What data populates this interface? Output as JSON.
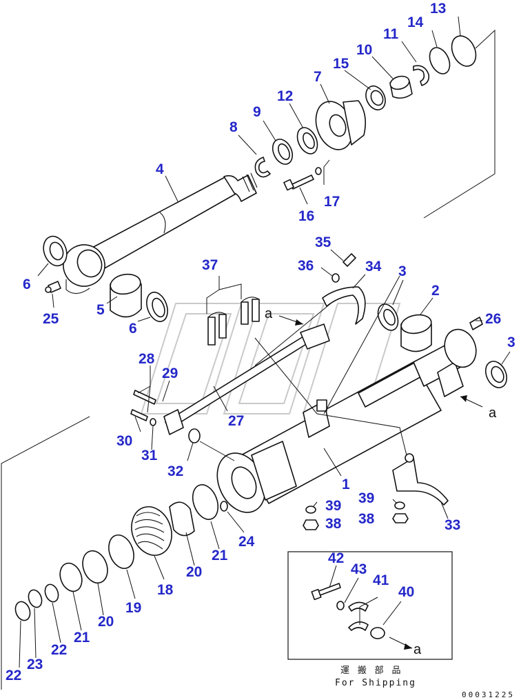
{
  "callouts": [
    {
      "id": "c13",
      "text": "13"
    },
    {
      "id": "c14",
      "text": "14"
    },
    {
      "id": "c11",
      "text": "11"
    },
    {
      "id": "c10",
      "text": "10"
    },
    {
      "id": "c15",
      "text": "15"
    },
    {
      "id": "c7",
      "text": "7"
    },
    {
      "id": "c12",
      "text": "12"
    },
    {
      "id": "c9",
      "text": "9"
    },
    {
      "id": "c8",
      "text": "8"
    },
    {
      "id": "c4",
      "text": "4"
    },
    {
      "id": "c17",
      "text": "17"
    },
    {
      "id": "c16",
      "text": "16"
    },
    {
      "id": "c6a",
      "text": "6"
    },
    {
      "id": "c25",
      "text": "25"
    },
    {
      "id": "c5",
      "text": "5"
    },
    {
      "id": "c6b",
      "text": "6"
    },
    {
      "id": "c35",
      "text": "35"
    },
    {
      "id": "c36",
      "text": "36"
    },
    {
      "id": "c34",
      "text": "34"
    },
    {
      "id": "c37",
      "text": "37"
    },
    {
      "id": "c3a",
      "text": "3"
    },
    {
      "id": "c2",
      "text": "2"
    },
    {
      "id": "c26",
      "text": "26"
    },
    {
      "id": "c3b",
      "text": "3"
    },
    {
      "id": "c28",
      "text": "28"
    },
    {
      "id": "c29",
      "text": "29"
    },
    {
      "id": "c27",
      "text": "27"
    },
    {
      "id": "c30",
      "text": "30"
    },
    {
      "id": "c31",
      "text": "31"
    },
    {
      "id": "c32",
      "text": "32"
    },
    {
      "id": "c1",
      "text": "1"
    },
    {
      "id": "c39a",
      "text": "39"
    },
    {
      "id": "c38a",
      "text": "38"
    },
    {
      "id": "c39b",
      "text": "39"
    },
    {
      "id": "c38b",
      "text": "38"
    },
    {
      "id": "c33",
      "text": "33"
    },
    {
      "id": "c24",
      "text": "24"
    },
    {
      "id": "c21a",
      "text": "21"
    },
    {
      "id": "c20a",
      "text": "20"
    },
    {
      "id": "c18",
      "text": "18"
    },
    {
      "id": "c19",
      "text": "19"
    },
    {
      "id": "c20b",
      "text": "20"
    },
    {
      "id": "c21b",
      "text": "21"
    },
    {
      "id": "c22a",
      "text": "22"
    },
    {
      "id": "c23",
      "text": "23"
    },
    {
      "id": "c22b",
      "text": "22"
    },
    {
      "id": "c42",
      "text": "42"
    },
    {
      "id": "c43",
      "text": "43"
    },
    {
      "id": "c41",
      "text": "41"
    },
    {
      "id": "c40",
      "text": "40"
    }
  ],
  "reference_tags": [
    {
      "id": "a1",
      "text": "a"
    },
    {
      "id": "a2",
      "text": "a"
    },
    {
      "id": "a3",
      "text": "a"
    }
  ],
  "inset": {
    "caption_jp": "運 搬 部 品",
    "caption_en": "For Shipping"
  },
  "document_number": "00031225",
  "colors": {
    "callout": "#2427c8",
    "lines": "#111111",
    "watermark": "#c9c9c9"
  }
}
